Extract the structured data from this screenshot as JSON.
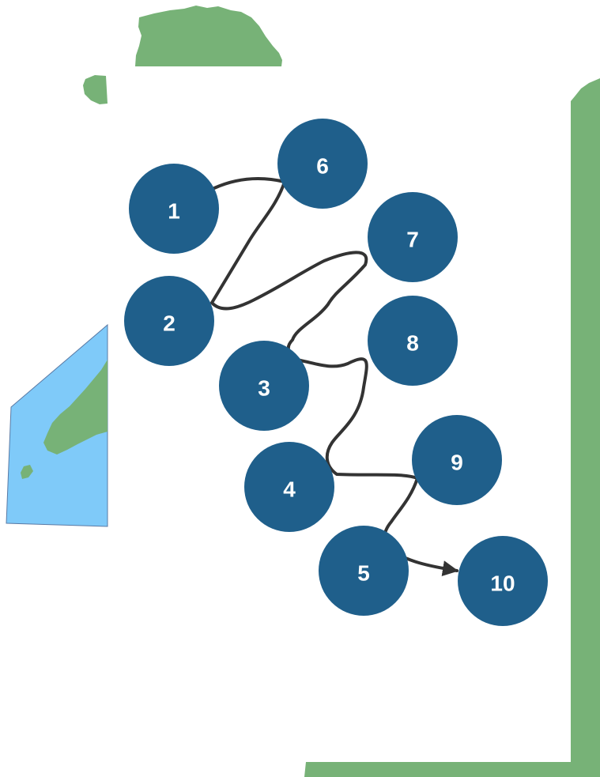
{
  "colors": {
    "land": "#77b277",
    "water": "#7fcaf9",
    "water_stroke": "#5a7aa5",
    "node_fill": "#1f5f8b",
    "node_label": "#ffffff",
    "route": "#333333",
    "background": "#ffffff"
  },
  "map": {
    "stops": [
      {
        "id": "stop-1",
        "label": "1"
      },
      {
        "id": "stop-2",
        "label": "2"
      },
      {
        "id": "stop-3",
        "label": "3"
      },
      {
        "id": "stop-4",
        "label": "4"
      },
      {
        "id": "stop-5",
        "label": "5"
      },
      {
        "id": "stop-6",
        "label": "6"
      },
      {
        "id": "stop-7",
        "label": "7"
      },
      {
        "id": "stop-8",
        "label": "8"
      },
      {
        "id": "stop-9",
        "label": "9"
      },
      {
        "id": "stop-10",
        "label": "10"
      }
    ],
    "route_order": [
      "1",
      "6",
      "2",
      "7",
      "3",
      "8",
      "4",
      "9",
      "5",
      "10"
    ],
    "route_end_marker": "arrowhead"
  }
}
